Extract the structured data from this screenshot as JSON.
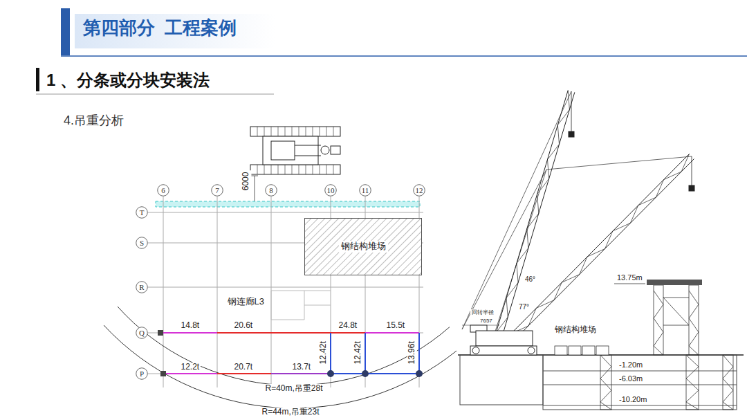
{
  "diagram": {
    "title": "第四部分  工程案例",
    "nodes": [
      {
        "text": [
          "6"
        ]
      },
      {
        "text": [
          "7"
        ]
      },
      {
        "text": [
          "8"
        ]
      },
      {
        "text": [
          "10"
        ]
      },
      {
        "text": [
          "11"
        ]
      },
      {
        "text": [
          "12"
        ]
      },
      {
        "text": [
          "T"
        ]
      },
      {
        "text": [
          "S"
        ]
      },
      {
        "text": [
          "钢结构堆场"
        ]
      },
      {
        "text": [
          "R"
        ]
      },
      {
        "text": [
          "Q"
        ]
      },
      {
        "text": [
          "P"
        ]
      }
    ],
    "labels": [
      "1 、分条或分块安装法",
      "4.吊重分析",
      "6000",
      "钢连廊L3",
      "14.8t",
      "20.6t",
      "24.8t",
      "15.5t",
      "12.2t",
      "20.7t",
      "13.7t",
      "12.42t",
      "12.42t",
      "13.96t",
      "R=40m,吊重28t",
      "R=44m,吊重23t",
      "回转半径",
      "7657",
      "46°",
      "77°",
      "钢结构堆场",
      "13.75m",
      "-1.20m",
      "-6.03m",
      "-10.20m"
    ]
  }
}
